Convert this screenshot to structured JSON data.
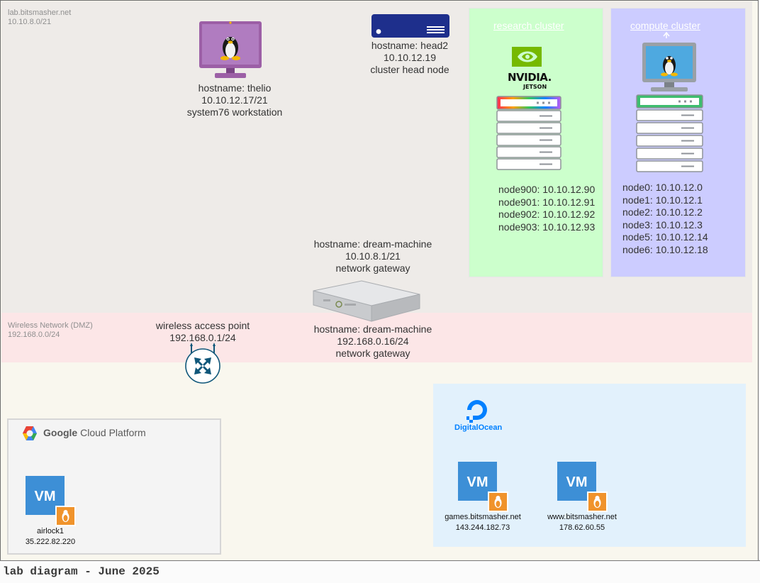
{
  "colors": {
    "lan_zone": "#eeebe8",
    "dmz_zone": "#fce6e7",
    "research_cluster": "#ccffcc",
    "compute_cluster": "#ccccff",
    "digitalocean_zone": "#e2f1fc",
    "gcp_zone": "#f4f4f4",
    "vm_blue": "#3d8fd6",
    "linux_badge_orange": "#f0932b",
    "workstation_purple": "#9c5fa6",
    "head_node_navy": "#1e2f8c",
    "nvidia_green": "#76b900"
  },
  "lan": {
    "domain": "lab.bitsmasher.net",
    "subnet": "10.10.8.0/21"
  },
  "dmz": {
    "name": "Wireless Network (DMZ)",
    "subnet": "192.168.0.0/24"
  },
  "workstation": {
    "icon": "linux-monitor-icon",
    "lines": [
      "hostname: thelio",
      "10.10.12.17/21",
      "system76 workstation"
    ]
  },
  "head_node": {
    "icon": "server-icon",
    "lines": [
      "hostname: head2",
      "10.10.12.19",
      "cluster head node"
    ]
  },
  "gateway_lan": {
    "lines": [
      "hostname: dream-machine",
      "10.10.8.1/21",
      "network gateway"
    ]
  },
  "gateway_dmz": {
    "lines": [
      "hostname: dream-machine",
      "192.168.0.16/24",
      "network gateway"
    ]
  },
  "access_point": {
    "icon": "router-icon",
    "lines": [
      "wireless access point",
      "192.168.0.1/24"
    ]
  },
  "research_cluster": {
    "title": "research cluster",
    "logo_text": "NVIDIA.",
    "logo_sub": "JETSON",
    "nodes": [
      "node900: 10.10.12.90",
      "node901: 10.10.12.91",
      "node902: 10.10.12.92",
      "node903: 10.10.12.93"
    ]
  },
  "compute_cluster": {
    "title": "compute cluster",
    "nodes": [
      "node0: 10.10.12.0",
      "node1: 10.10.12.1",
      "node2: 10.10.12.2",
      "node3: 10.10.12.3",
      "node5: 10.10.12.14",
      "node6: 10.10.12.18"
    ]
  },
  "gcp": {
    "brand_bold": "Google",
    "brand_rest": " Cloud Platform",
    "vm": {
      "label": "VM",
      "name": "airlock1",
      "ip": "35.222.82.220"
    }
  },
  "digitalocean": {
    "brand": "DigitalOcean",
    "vms": [
      {
        "label": "VM",
        "name": "games.bitsmasher.net",
        "ip": "143.244.182.73"
      },
      {
        "label": "VM",
        "name": "www.bitsmasher.net",
        "ip": "178.62.60.55"
      }
    ]
  },
  "footer": {
    "title": "lab diagram - June 2025"
  }
}
